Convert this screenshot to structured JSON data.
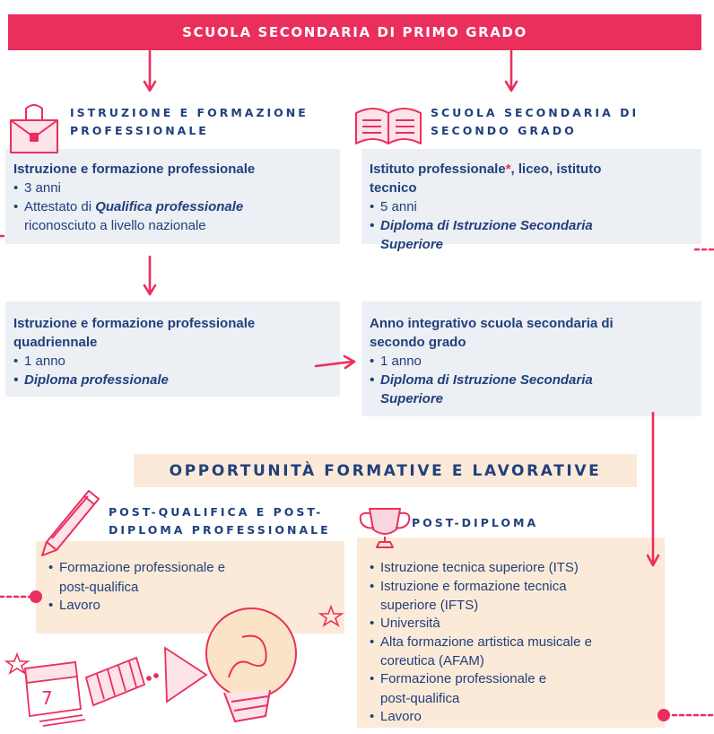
{
  "banner": {
    "title": "SCUOLA SECONDARIA DI PRIMO GRADO"
  },
  "left_section": {
    "title_line1": "ISTRUZIONE E FORMAZIONE",
    "title_line2": "PROFESSIONALE",
    "icon": "briefcase-icon"
  },
  "right_section": {
    "title_line1": "SCUOLA SECONDARIA DI",
    "title_line2": "SECONDO GRADO",
    "icon": "open-book-icon"
  },
  "box_iefp": {
    "title": "Istruzione e formazione professionale",
    "duration": "3 anni",
    "cert_prefix": "Attestato di ",
    "cert_name": "Qualifica professionale",
    "cert_cont": "riconosciuto a livello nazionale"
  },
  "box_ssg": {
    "title_part1": "Istituto professionale",
    "star": "*",
    "title_part2": ", liceo, istituto",
    "title_line2": "tecnico",
    "duration": "5 anni",
    "diploma_line1": "Diploma di Istruzione Secondaria",
    "diploma_line2": "Superiore"
  },
  "box_quad": {
    "title_line1": "Istruzione e formazione professionale",
    "title_line2": "quadriennale",
    "duration": "1 anno",
    "diploma": "Diploma professionale"
  },
  "box_annual": {
    "title_line1": "Anno integrativo scuola secondaria di",
    "title_line2": "secondo grado",
    "duration": "1 anno",
    "diploma_line1": "Diploma di Istruzione Secondaria",
    "diploma_line2": "Superiore"
  },
  "opportunities": {
    "title": "OPPORTUNITÀ FORMATIVE E LAVORATIVE"
  },
  "post_qual": {
    "title_line1": "POST-QUALIFICA E POST-",
    "title_line2": "DIPLOMA PROFESSIONALE",
    "icon": "pencil-icon",
    "items": [
      "Formazione professionale e",
      "post-qualifica",
      "Lavoro"
    ]
  },
  "post_dipl": {
    "title": "POST-DIPLOMA",
    "icon": "trophy-icon",
    "items": [
      "Istruzione tecnica superiore (ITS)",
      "Istruzione e formazione tecnica",
      "superiore (IFTS)",
      "Università",
      "Alta formazione artistica musicale e",
      "coreutica (AFAM)",
      "Formazione professionale e",
      "post-qualifica",
      "Lavoro"
    ]
  },
  "decor": {
    "calendar_day": "7"
  },
  "colors": {
    "accent": "#ea2f5c",
    "navy": "#21407d",
    "grey_box": "#eceff3",
    "peach": "#fcead8"
  }
}
